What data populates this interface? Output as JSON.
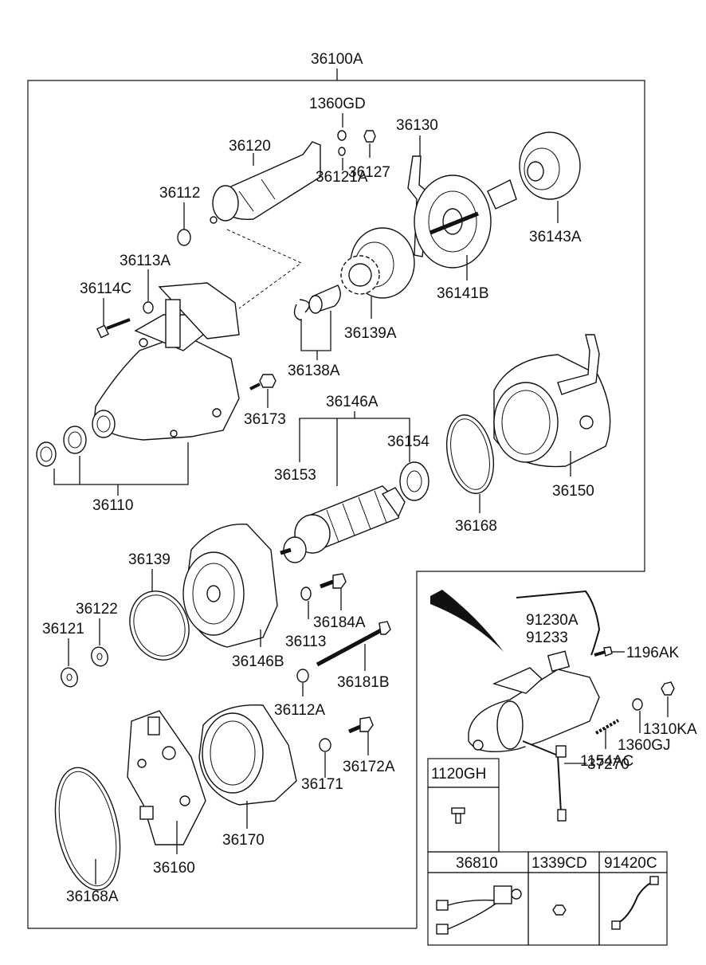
{
  "main_assembly": "36100A",
  "labels": {
    "p1360GD": "1360GD",
    "p36130": "36130",
    "p36120": "36120",
    "p36127": "36127",
    "p36121A": "36121A",
    "p36112": "36112",
    "p36143A": "36143A",
    "p36113A": "36113A",
    "p36141B": "36141B",
    "p36114C": "36114C",
    "p36139A": "36139A",
    "p36138A": "36138A",
    "p36173": "36173",
    "p36146A": "36146A",
    "p36154": "36154",
    "p36153": "36153",
    "p36150": "36150",
    "p36110": "36110",
    "p36168": "36168",
    "p36139": "36139",
    "p36122": "36122",
    "p36121": "36121",
    "p36184A": "36184A",
    "p36113": "36113",
    "p36146B": "36146B",
    "p36181B": "36181B",
    "p36112A": "36112A",
    "p36172A": "36172A",
    "p36171": "36171",
    "p36170": "36170",
    "p36160": "36160",
    "p36168A": "36168A",
    "p91230A": "91230A",
    "p91233": "91233",
    "p1196AK": "1196AK",
    "p1310KA": "1310KA",
    "p1360GJ": "1360GJ",
    "p1154AC": "1154AC",
    "p37270": "37270"
  },
  "grid": {
    "g1120GH": "1120GH",
    "g36810": "36810",
    "g1339CD": "1339CD",
    "g91420C": "91420C"
  }
}
